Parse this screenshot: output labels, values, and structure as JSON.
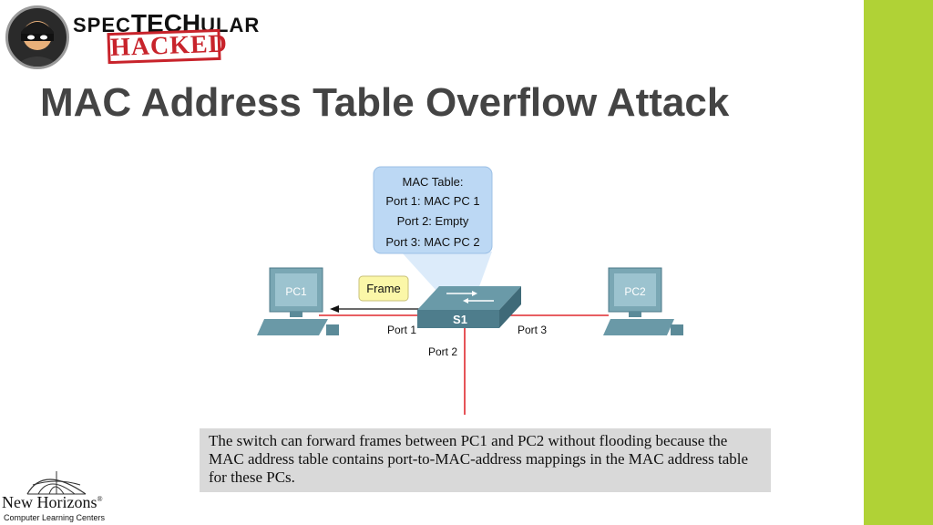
{
  "brand": {
    "name_part1": "SPEC",
    "name_part2": "TECH",
    "name_part3": "ULAR",
    "stamp": "HACKED"
  },
  "slide": {
    "title": "MAC Address Table Overflow Attack",
    "caption": "The switch can forward frames between PC1 and PC2 without flooding because the MAC address table contains port-to-MAC-address mappings in the MAC address table for these PCs."
  },
  "diagram": {
    "mac_table": {
      "header": "MAC Table:",
      "rows": [
        "Port 1: MAC PC 1",
        "Port 2: Empty",
        "Port 3: MAC PC 2"
      ]
    },
    "switch_label": "S1",
    "frame_label": "Frame",
    "pc1_label": "PC1",
    "pc2_label": "PC2",
    "port1_label": "Port 1",
    "port2_label": "Port 2",
    "port3_label": "Port 3"
  },
  "footer": {
    "company": "New Horizons",
    "registered": "®",
    "tagline": "Computer Learning Centers"
  },
  "colors": {
    "accent_green": "#b0d236",
    "link_red": "#e0282e",
    "bubble_blue": "#bcd8f4",
    "frame_yellow": "#fbf7a8",
    "title_gray": "#444444"
  }
}
